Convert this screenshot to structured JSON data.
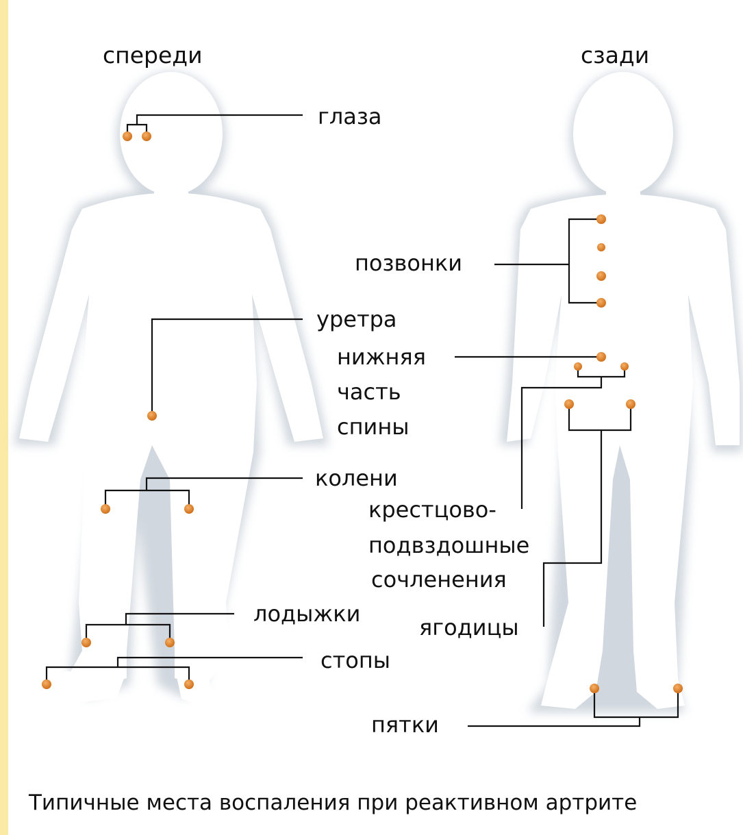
{
  "headings": {
    "front": "спереди",
    "back": "сзади"
  },
  "labels": {
    "eyes": "глаза",
    "urethra": "уретра",
    "knees": "колени",
    "ankles": "лодыжки",
    "feet": "стопы",
    "vertebrae": "позвонки",
    "lower_back_1": "нижняя",
    "lower_back_2": "часть",
    "lower_back_3": "спины",
    "sacroiliac_1": "крестцово-",
    "sacroiliac_2": "подвздошные",
    "sacroiliac_3": "сочленения",
    "buttocks": "ягодицы",
    "heels": "пятки"
  },
  "caption": "Типичные места воспаления при реактивном артрите",
  "colors": {
    "marker": "#e08a2e",
    "background": "#fbe9a6",
    "panel": "#ffffff",
    "leader": "#111111"
  }
}
